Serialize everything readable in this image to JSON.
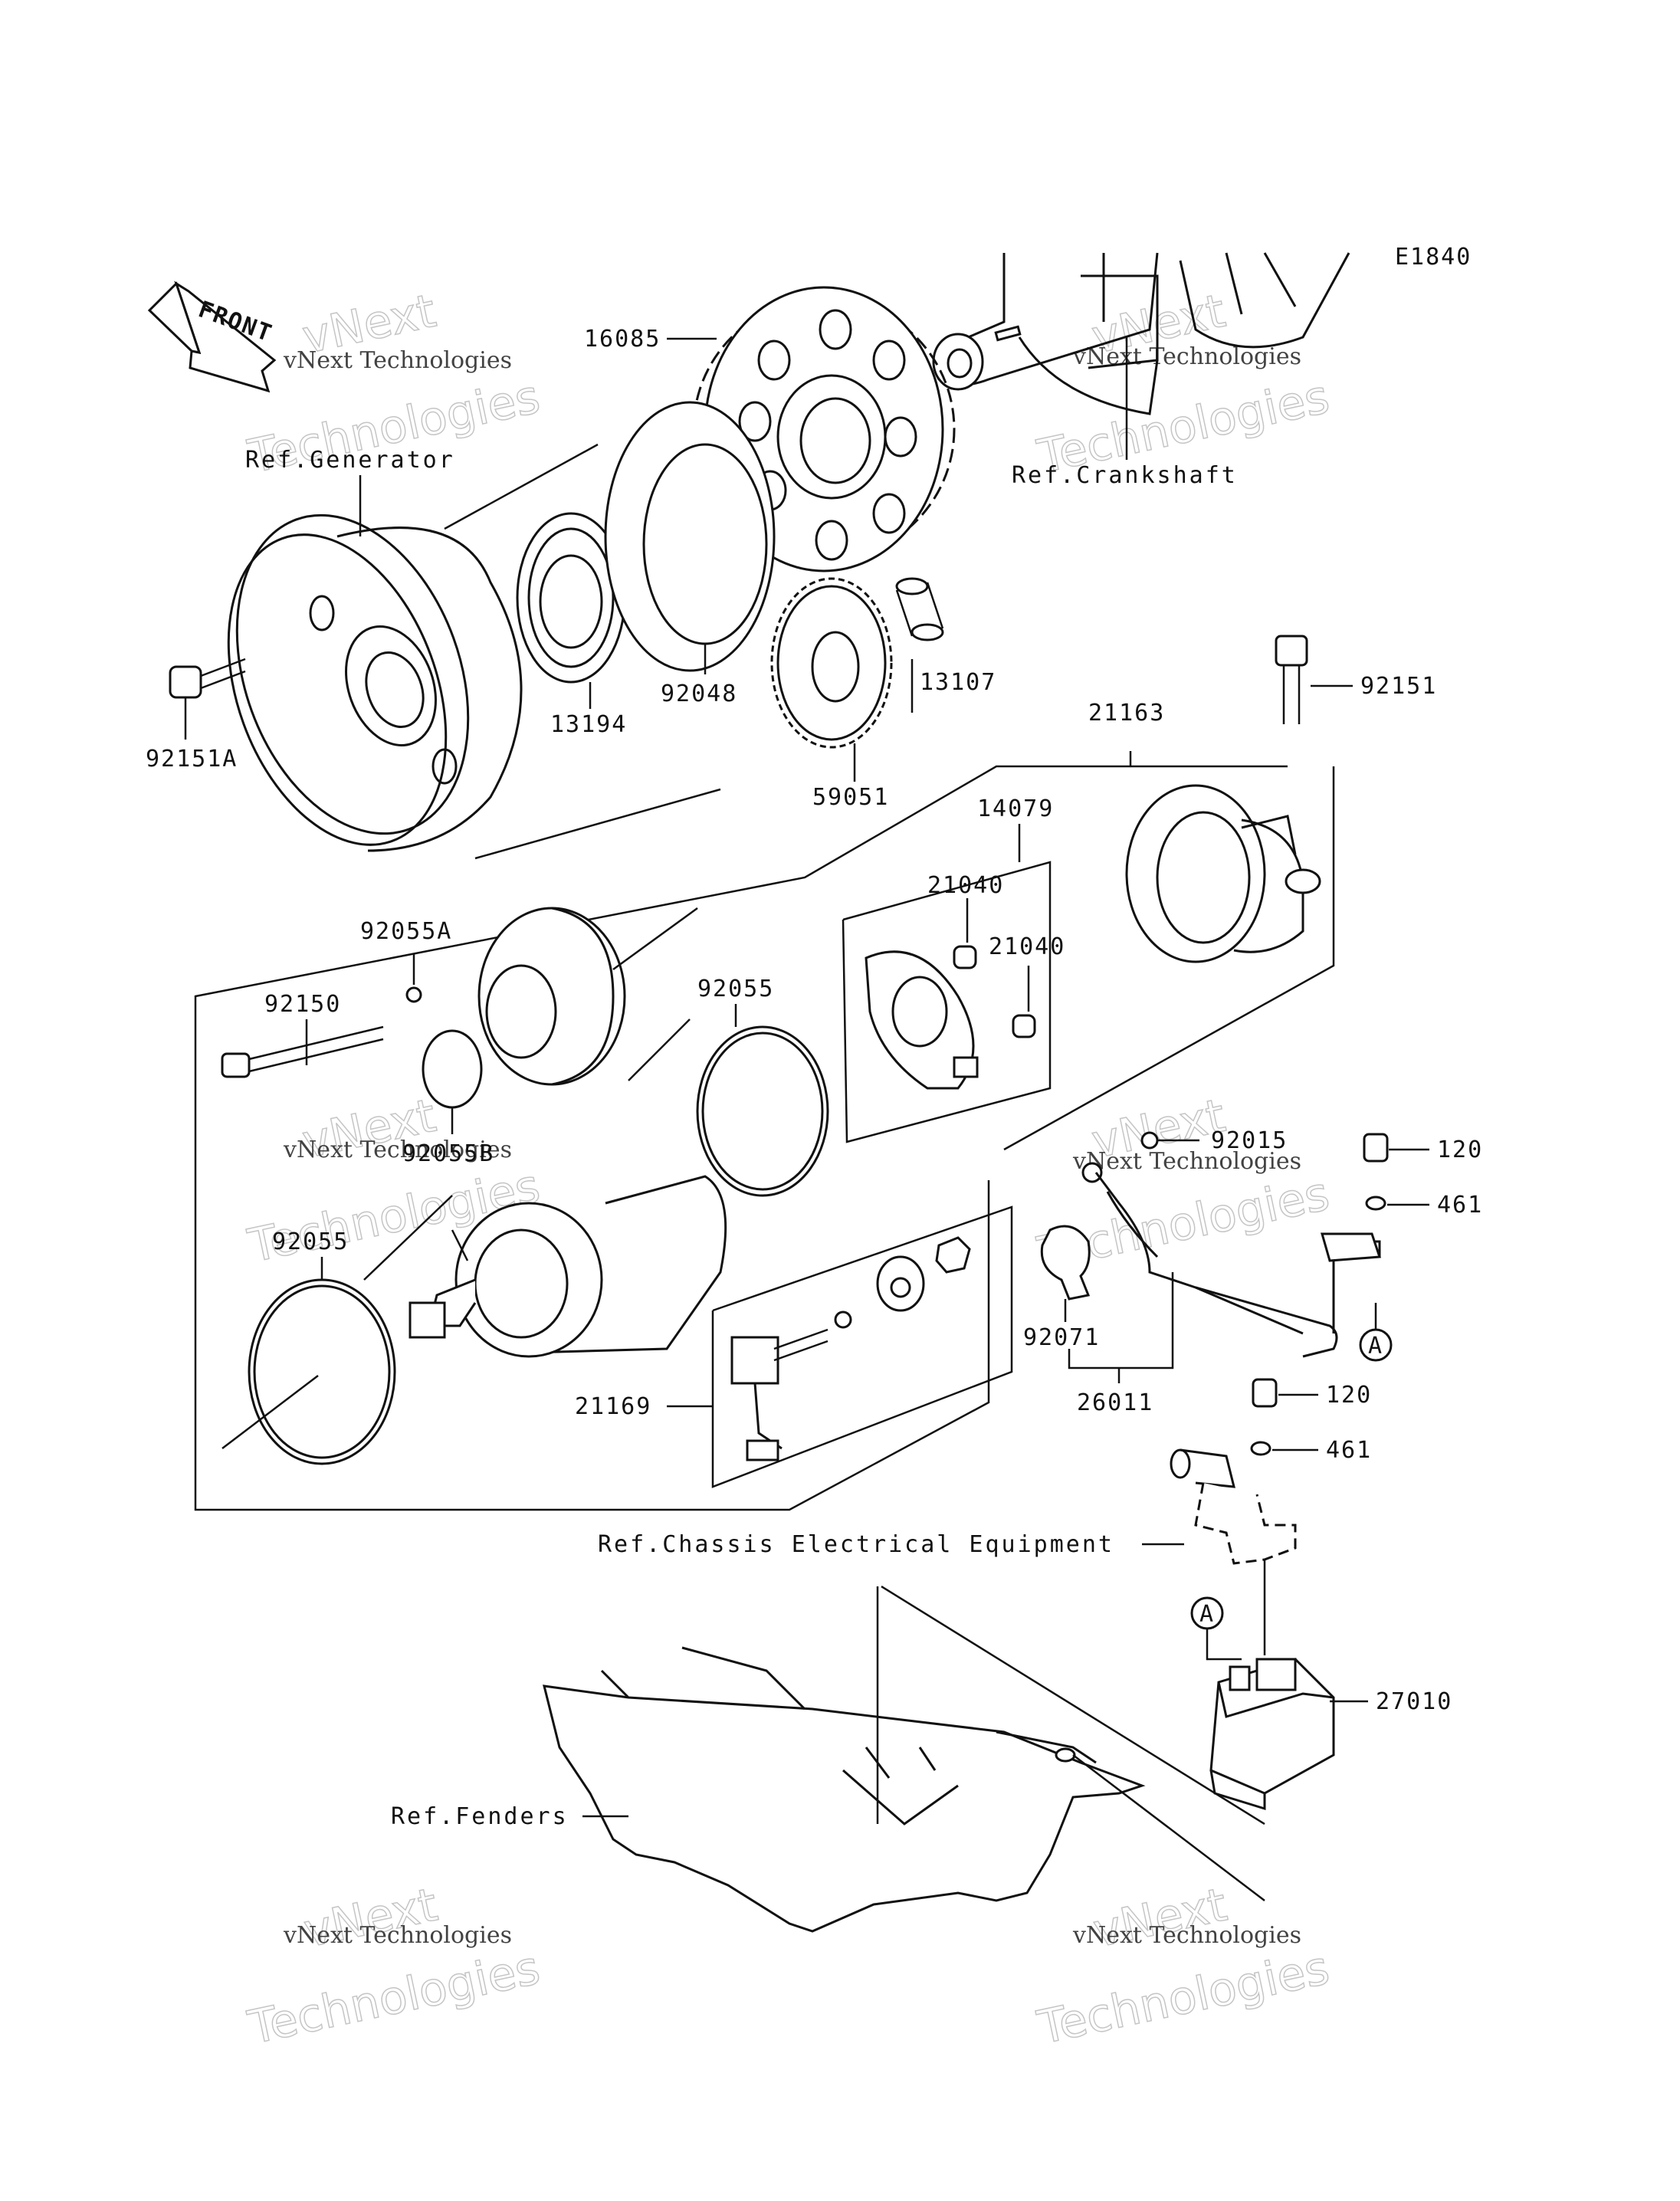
{
  "diagram": {
    "code": "E1840",
    "front_label": "FRONT",
    "refs": {
      "generator": "Ref.Generator",
      "crankshaft": "Ref.Crankshaft",
      "chassis": "Ref.Chassis Electrical Equipment",
      "fenders": "Ref.Fenders"
    },
    "parts": {
      "p16085": "16085",
      "p92151A": "92151A",
      "p13194": "13194",
      "p92048": "92048",
      "p13107": "13107",
      "p59051": "59051",
      "p92151": "92151",
      "p21163": "21163",
      "p14079": "14079",
      "p21040a": "21040",
      "p21040b": "21040",
      "p92055A": "92055A",
      "p92150": "92150",
      "p92055a": "92055",
      "p92055B": "92055B",
      "p92055b": "92055",
      "p92015": "92015",
      "p120a": "120",
      "p461a": "461",
      "pA1": "A",
      "p92071": "92071",
      "p26011": "26011",
      "p21169": "21169",
      "p120b": "120",
      "p461b": "461",
      "pA2": "A",
      "p27010": "27010"
    },
    "watermark": {
      "line1": "vNext",
      "line2": "vNext Technologies",
      "line3": "Technologies"
    }
  }
}
